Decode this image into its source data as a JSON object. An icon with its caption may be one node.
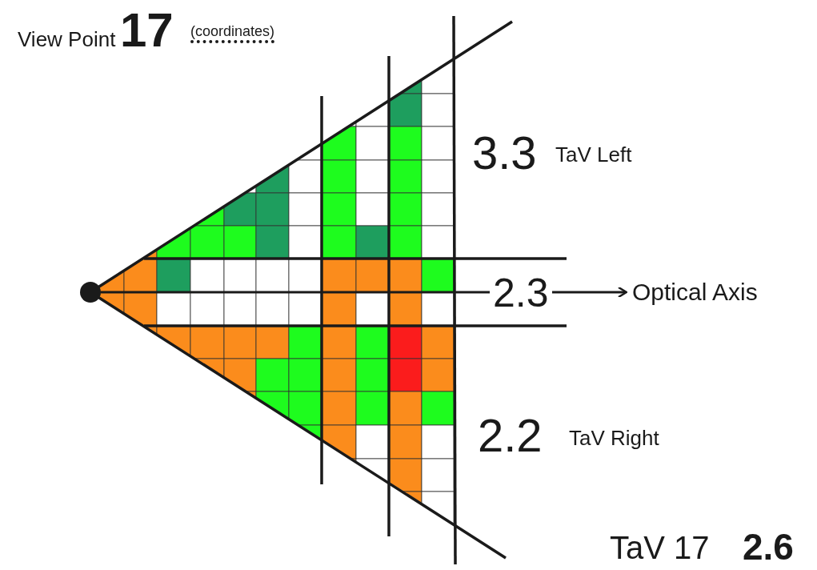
{
  "diagram": {
    "nodes": [
      {
        "text": [],
        "shape": "circle"
      },
      {
        "text": [
          "Optical Axis"
        ]
      }
    ],
    "edges": [
      {
        "from": 0,
        "to": 1,
        "arrow": "to"
      }
    ],
    "labels": [
      "View Point",
      "17",
      "(coordinates)",
      "3.3",
      "TaV Left",
      "2.3",
      "2.2",
      "TaV Right",
      "TaV 17",
      "2.6"
    ]
  }
}
